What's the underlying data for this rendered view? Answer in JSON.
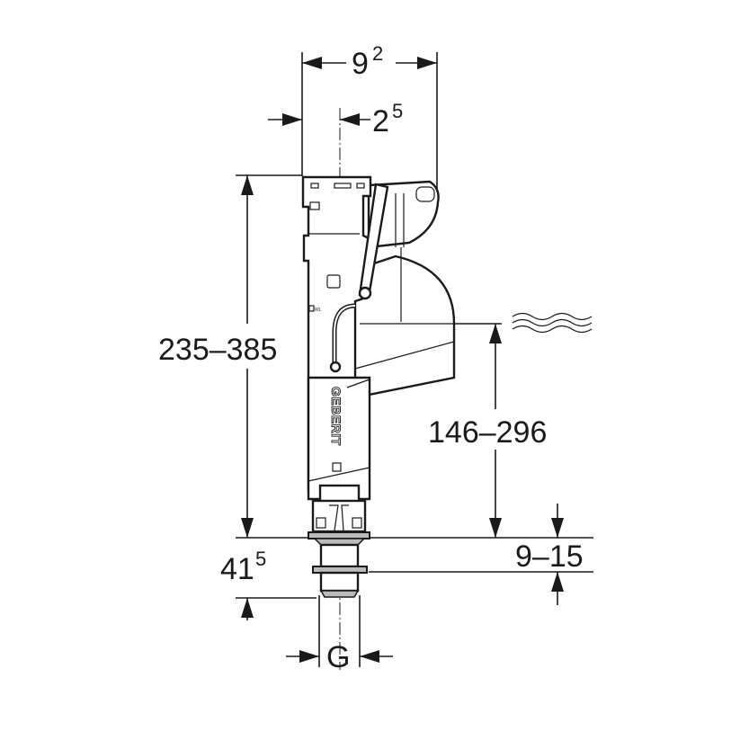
{
  "diagram": {
    "title": "Fill valve dimension drawing",
    "brand": "GEBERIT",
    "small_mark": "WL",
    "dimensions": {
      "top_width": {
        "base": "9",
        "sup": "2"
      },
      "inlet_offset": {
        "base": "2",
        "sup": "5"
      },
      "total_height": "235–385",
      "water_level": "146–296",
      "thread_length": {
        "base": "41",
        "sup": "5"
      },
      "flange_range": "9–15",
      "thread": "G"
    },
    "colors": {
      "line": "#1a1a1a",
      "background": "#ffffff"
    }
  }
}
